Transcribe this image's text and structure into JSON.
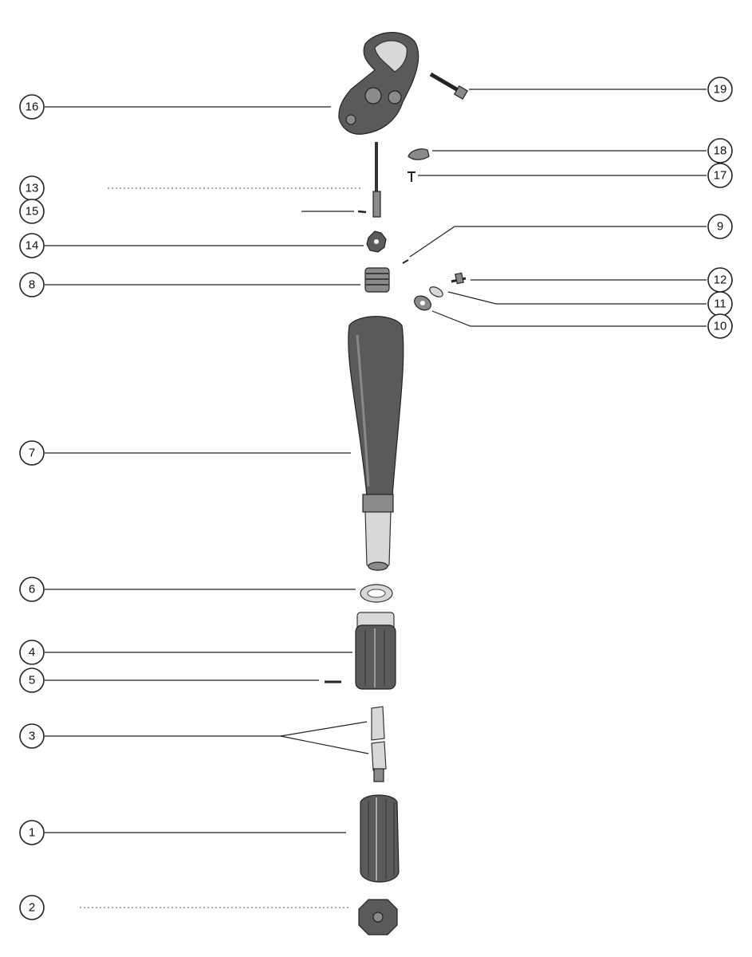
{
  "callouts": [
    {
      "label": "16"
    },
    {
      "label": "19"
    },
    {
      "label": "18"
    },
    {
      "label": "17"
    },
    {
      "label": "13"
    },
    {
      "label": "15"
    },
    {
      "label": "14"
    },
    {
      "label": "9"
    },
    {
      "label": "8"
    },
    {
      "label": "12"
    },
    {
      "label": "11"
    },
    {
      "label": "10"
    },
    {
      "label": "7"
    },
    {
      "label": "6"
    },
    {
      "label": "4"
    },
    {
      "label": "5"
    },
    {
      "label": "3"
    },
    {
      "label": "1"
    },
    {
      "label": "2"
    }
  ]
}
